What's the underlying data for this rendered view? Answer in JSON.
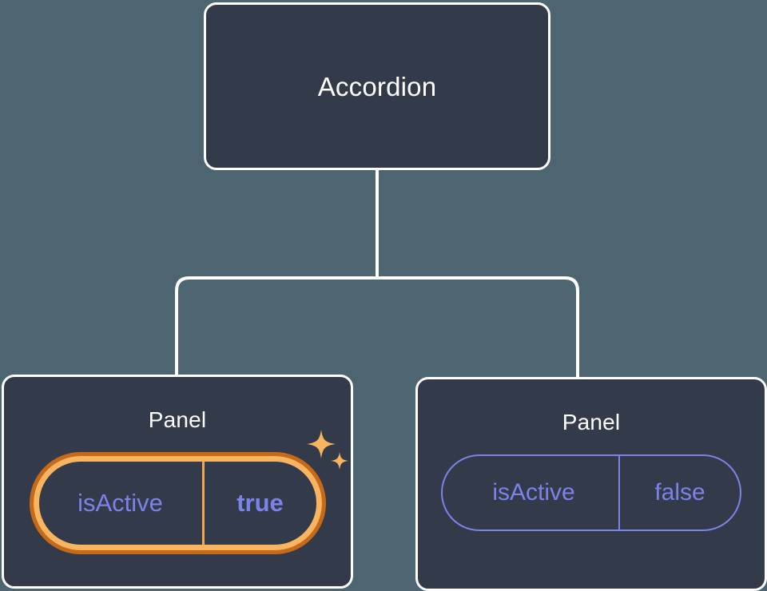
{
  "diagram": {
    "type": "component-tree",
    "background_color": "#4c6570",
    "node_fill_color": "#333b4a",
    "node_border_color": "#ffffff",
    "connector_color": "#ffffff",
    "accent_highlight_color": "#f8b45f",
    "accent_highlight_outer_color": "#c8691a",
    "prop_text_color": "#7b82e8"
  },
  "root": {
    "title": "Accordion"
  },
  "children": [
    {
      "title": "Panel",
      "prop": {
        "key": "isActive",
        "value": "true",
        "highlighted": true,
        "value_bold": true
      },
      "sparkle_icons": [
        "sparkle-large-icon",
        "sparkle-small-icon"
      ]
    },
    {
      "title": "Panel",
      "prop": {
        "key": "isActive",
        "value": "false",
        "highlighted": false,
        "value_bold": false
      }
    }
  ]
}
